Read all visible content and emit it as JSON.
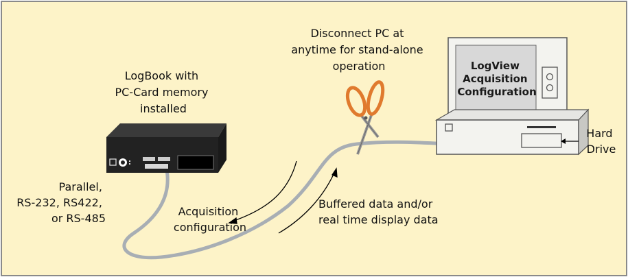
{
  "logbook_label": [
    "LogBook with",
    "PC-Card memory",
    "installed"
  ],
  "disconnect_label": [
    "Disconnect PC at",
    "anytime for stand-alone",
    "operation"
  ],
  "monitor_screen": [
    "LogView",
    "Acquisition",
    "Configuration"
  ],
  "hard_drive_label": [
    "Hard",
    "Drive"
  ],
  "interface_label": [
    "Parallel,",
    "RS-232, RS422,",
    "or RS-485"
  ],
  "acquisition_label": [
    "Acquisition",
    "configuration"
  ],
  "buffered_label": [
    "Buffered data and/or",
    "real time display data"
  ],
  "colors": {
    "background": "#fdf3c8",
    "border": "#8a8a8a",
    "cable": "#a8aeb4",
    "device_dark": "#222222",
    "scissors_handle": "#e07a2e",
    "monitor_beige": "#f3f3ef",
    "screen": "#d8d8d8"
  }
}
